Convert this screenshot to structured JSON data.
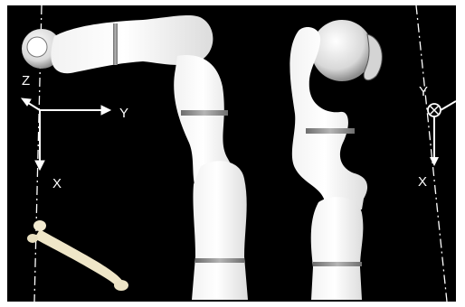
{
  "left_frame": {
    "axis_z": "Z",
    "axis_y": "Y",
    "axis_x": "X"
  },
  "right_frame": {
    "axis_y": "Y",
    "axis_x": "X"
  },
  "colors": {
    "background": "#000000",
    "robot_body": "#ffffff",
    "joint_ring": "#8a8a8a",
    "bone": "#efe6c8",
    "axis_lines": "#ffffff"
  }
}
